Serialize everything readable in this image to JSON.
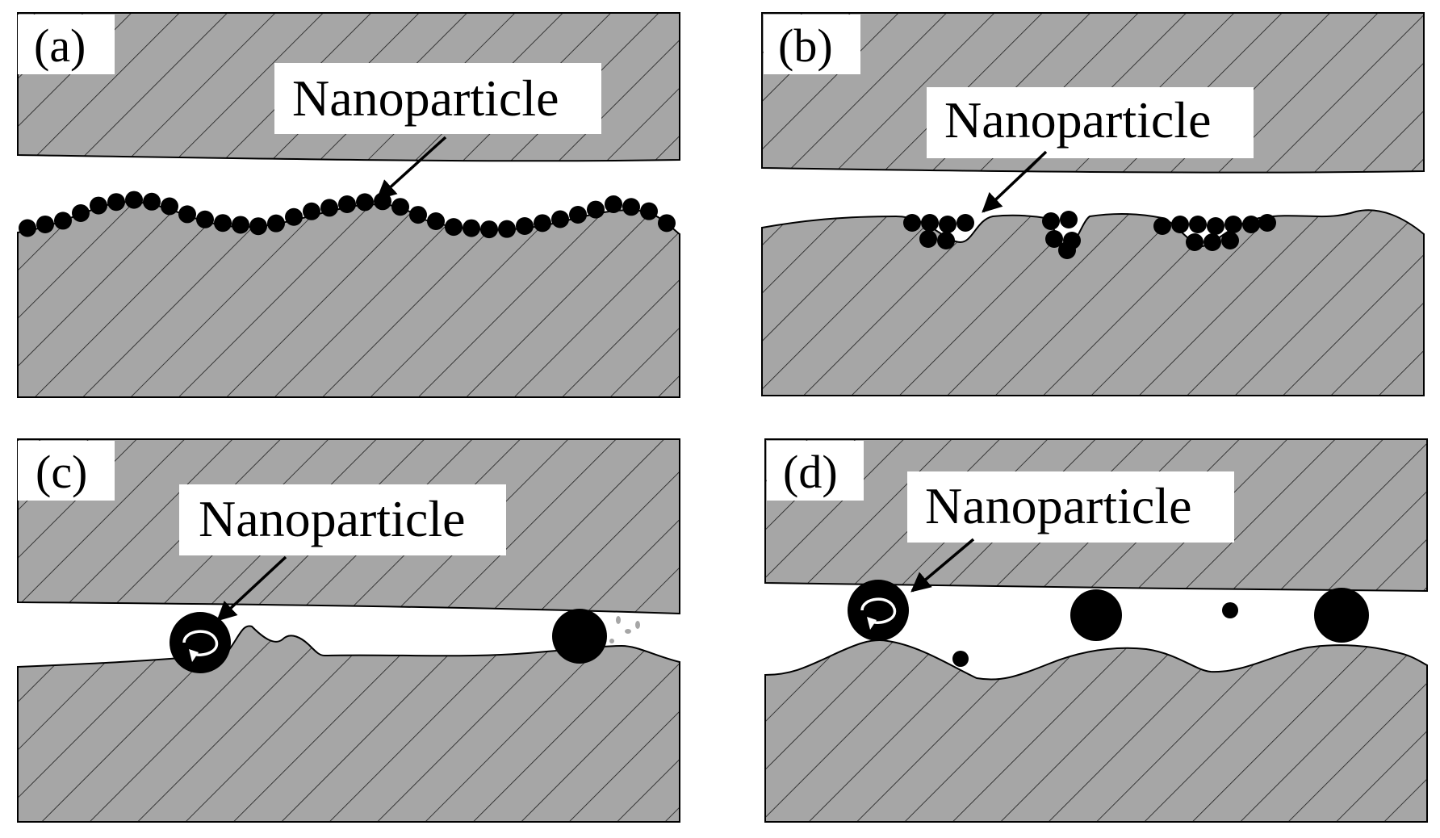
{
  "panels": [
    {
      "id": "a",
      "label": "(a)",
      "callout": "Nanoparticle"
    },
    {
      "id": "b",
      "label": "(b)",
      "callout": "Nanoparticle"
    },
    {
      "id": "c",
      "label": "(c)",
      "callout": "Nanoparticle"
    },
    {
      "id": "d",
      "label": "(d)",
      "callout": "Nanoparticle"
    }
  ],
  "colors": {
    "surface_fill": "#a6a6a6",
    "hatch_line": "#1a1a1a",
    "particle": "#000000",
    "gap": "#ffffff",
    "label_box": "#ffffff"
  }
}
